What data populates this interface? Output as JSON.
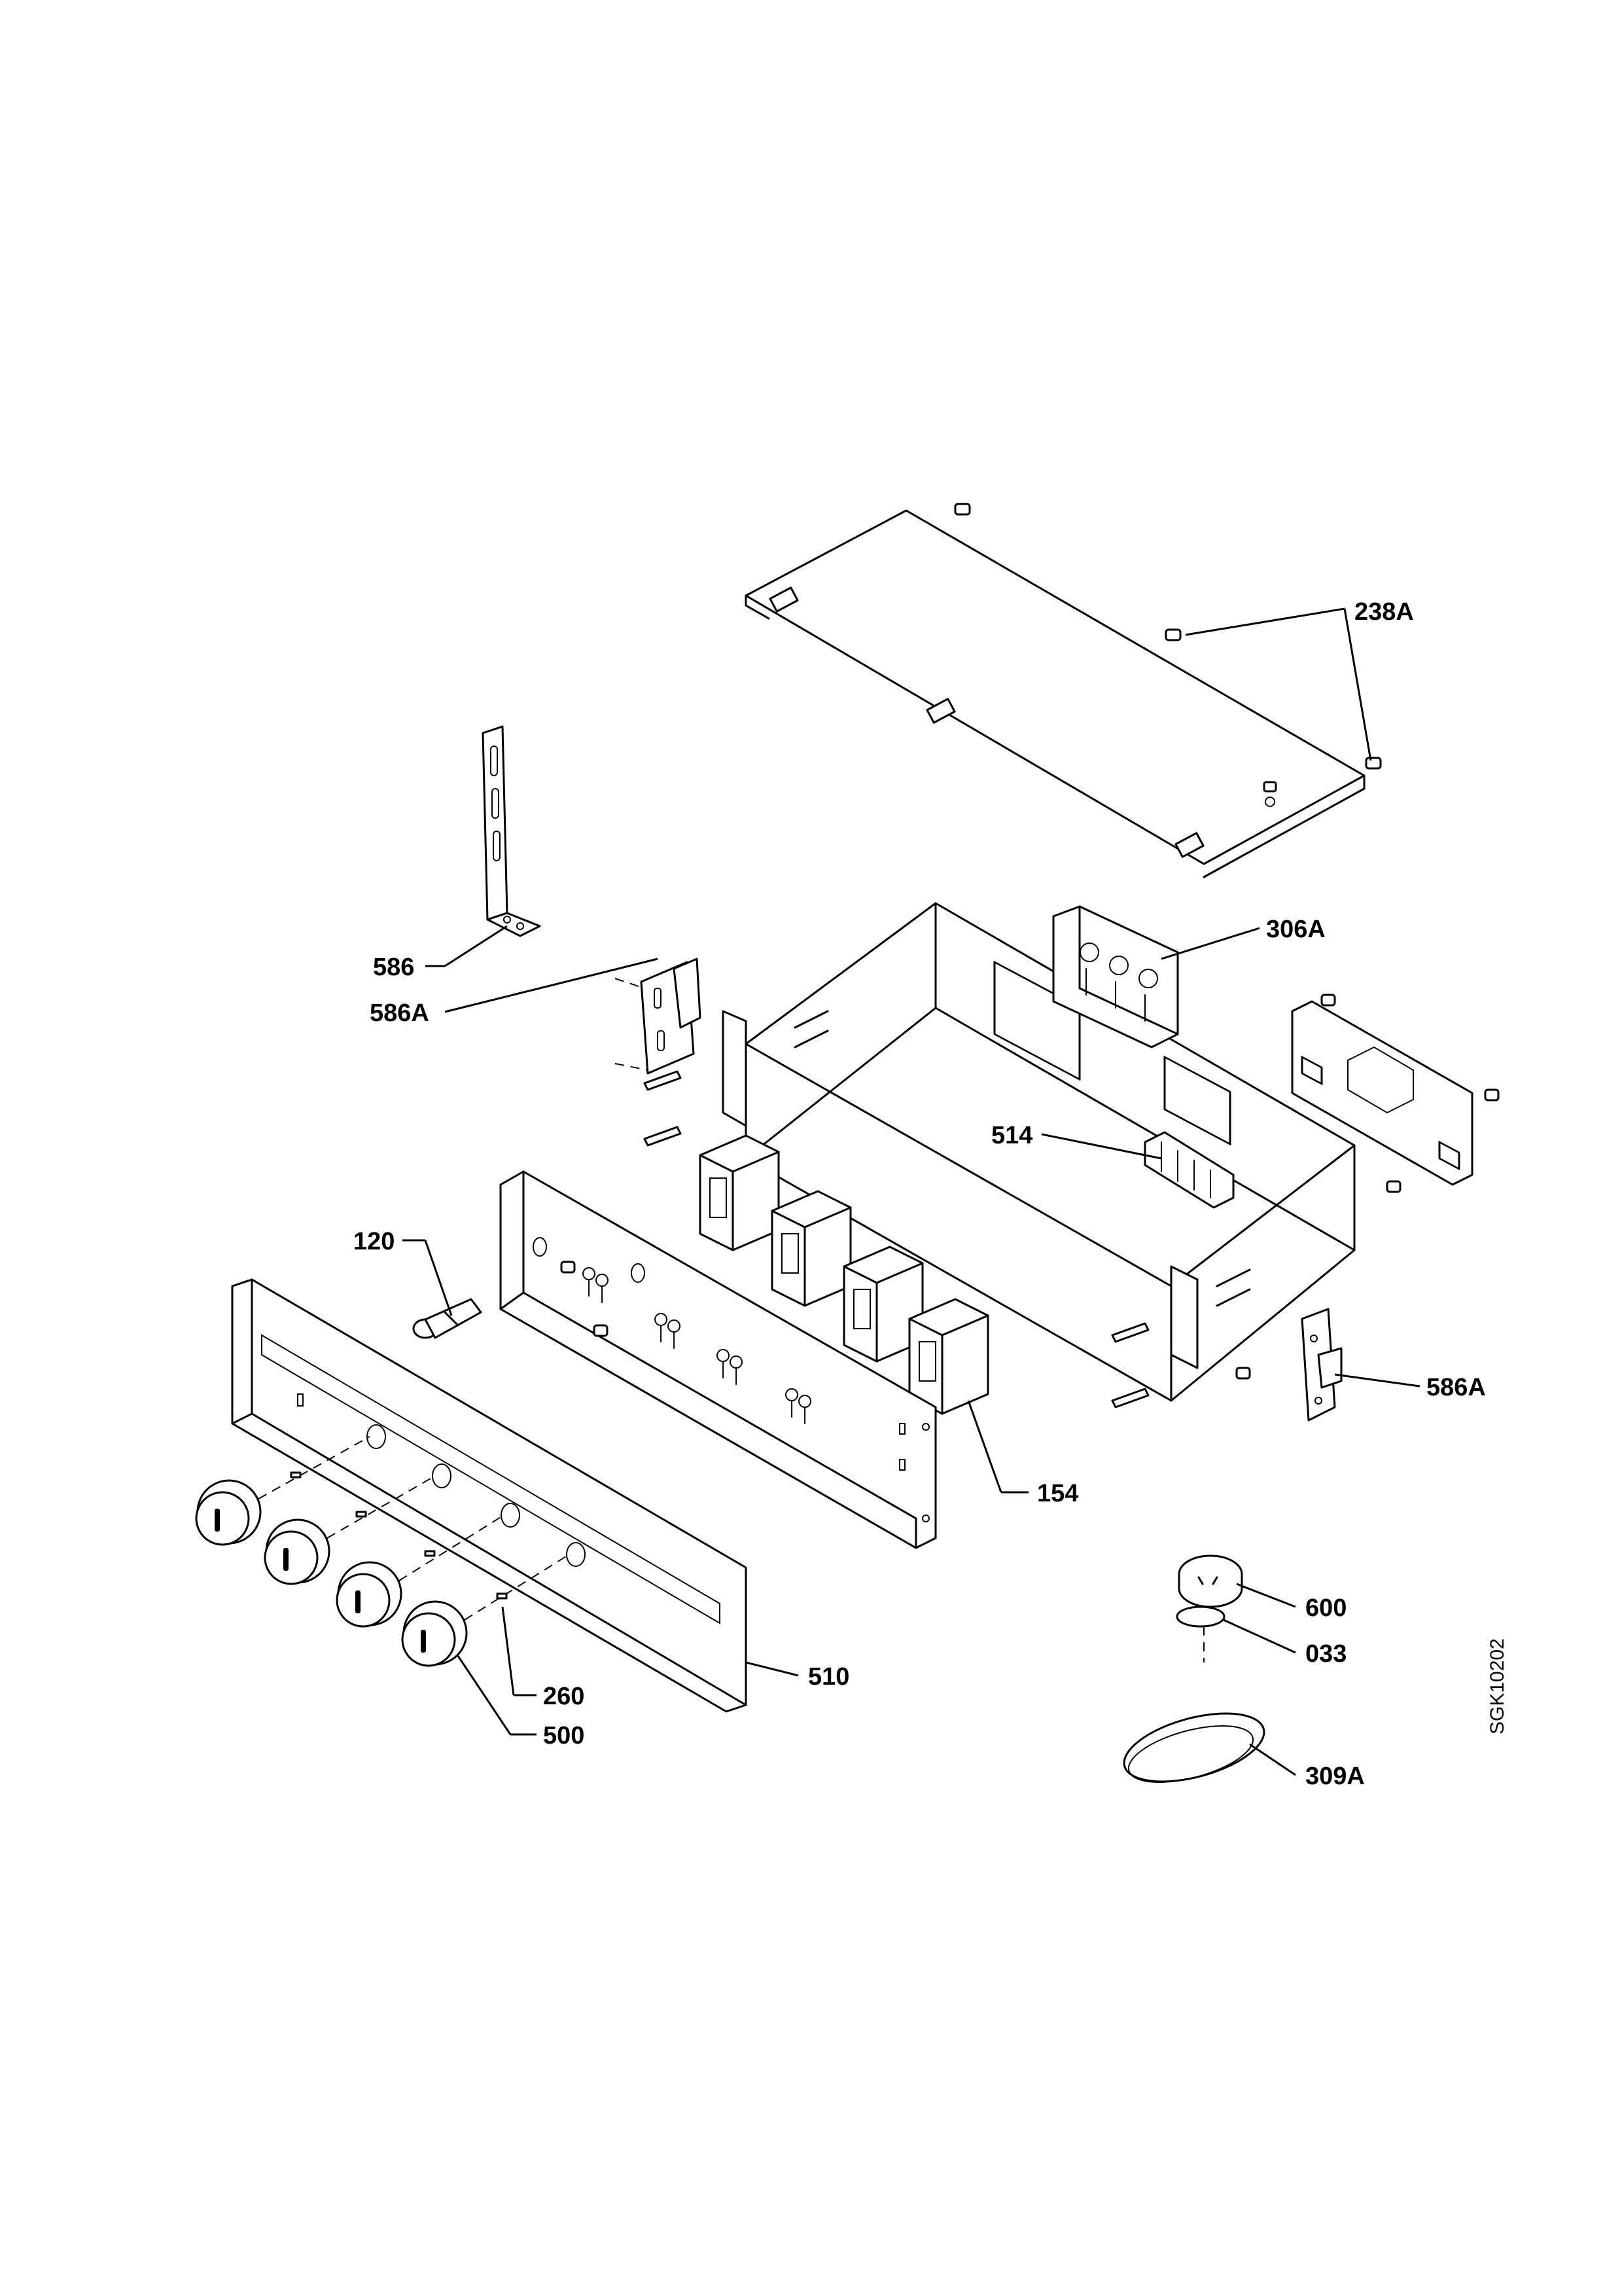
{
  "labels": {
    "p238A": "238A",
    "p306A": "306A",
    "p586": "586",
    "p586A_left": "586A",
    "p514": "514",
    "p120": "120",
    "p586A_right": "586A",
    "p154": "154",
    "p600": "600",
    "p033": "033",
    "p260": "260",
    "p510": "510",
    "p500": "500",
    "p309A": "309A"
  },
  "drawing_code": "SGK10202"
}
